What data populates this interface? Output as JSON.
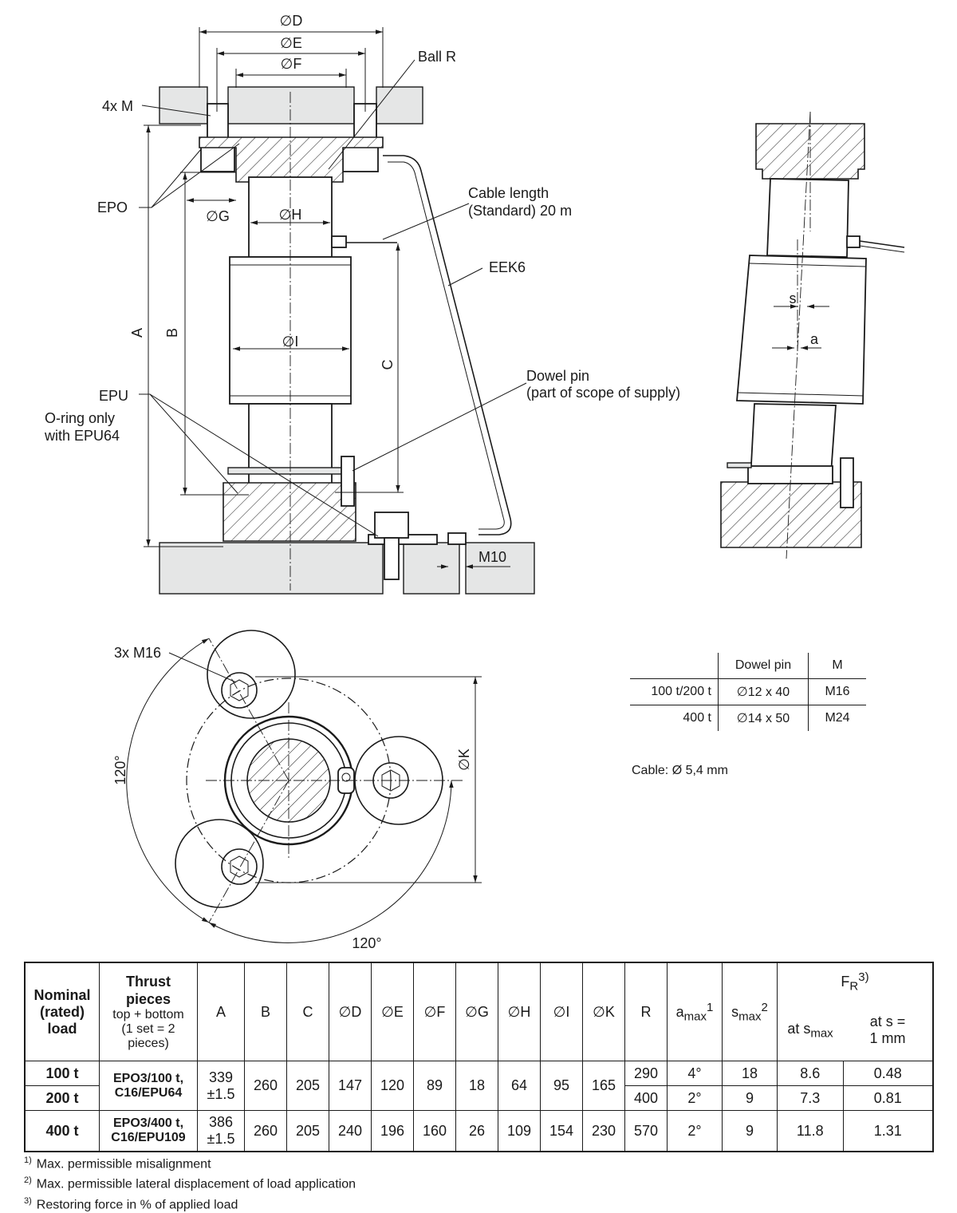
{
  "labels": {
    "dD": "∅D",
    "dE": "∅E",
    "dF": "∅F",
    "dG": "∅G",
    "dH": "∅H",
    "dI": "∅I",
    "dK": "∅K",
    "ball_r": "Ball R",
    "four_m": "4x M",
    "epo": "EPO",
    "cable_line1": "Cable length",
    "cable_line2": "(Standard) 20 m",
    "eek6": "EEK6",
    "a": "A",
    "b": "B",
    "c": "C",
    "epu": "EPU",
    "oring_line1": "O-ring   only",
    "oring_line2": "with EPU64",
    "dowel_line1": "Dowel pin",
    "dowel_line2": "(part of scope of supply)",
    "m10": "M10",
    "s": "s",
    "a_small": "a",
    "three_m16": "3x M16",
    "angle_left": "120°",
    "angle_bottom": "120°"
  },
  "dowel_table": {
    "header": [
      "",
      "Dowel pin",
      "M"
    ],
    "rows": [
      [
        "100 t/200 t",
        "∅12 x 40",
        "M16"
      ],
      [
        "400 t",
        "∅14 x 50",
        "M24"
      ]
    ]
  },
  "cable_note": "Cable: Ø 5,4 mm",
  "dim_table": {
    "h_nominal": [
      "Nominal",
      "(rated)",
      "load"
    ],
    "h_thrust": "Thrust pieces",
    "h_thrust_sub": [
      "top + bottom",
      "(1 set = 2",
      "pieces)"
    ],
    "h_cols": [
      "A",
      "B",
      "C",
      "∅D",
      "∅E",
      "∅F",
      "∅G",
      "∅H",
      "∅I",
      "∅K",
      "R"
    ],
    "h_amax": "a",
    "h_amax_sub": "max",
    "h_amax_sup": "1",
    "h_smax": "s",
    "h_smax_sub": "max",
    "h_smax_sup": "2",
    "h_fr": "F",
    "h_fr_sub": "R",
    "h_fr_sup": "3)",
    "h_at_smax": "at s",
    "h_at_smax_sub": "max",
    "h_at_s1": [
      "at s =",
      "1 mm"
    ],
    "rows": {
      "r100_load": "100 t",
      "r200_load": "200 t",
      "r400_load": "400 t",
      "g1_thrust": [
        "EPO3/100 t,",
        "C16/EPU64"
      ],
      "g2_thrust": [
        "EPO3/400 t,",
        "C16/EPU109"
      ],
      "g1_A": [
        "339",
        "±1.5"
      ],
      "g2_A": [
        "386",
        "±1.5"
      ],
      "g1": [
        "260",
        "205",
        "147",
        "120",
        "89",
        "18",
        "64",
        "95",
        "165"
      ],
      "g2": [
        "260",
        "205",
        "240",
        "196",
        "160",
        "26",
        "109",
        "154",
        "230",
        "570",
        "2°",
        "9",
        "11.8",
        "1.31"
      ],
      "r100_tail": [
        "290",
        "4°",
        "18",
        "8.6",
        "0.48"
      ],
      "r200_tail": [
        "400",
        "2°",
        "9",
        "7.3",
        "0.81"
      ]
    }
  },
  "footnotes": [
    {
      "n": "1)",
      "text": "Max. permissible misalignment"
    },
    {
      "n": "2)",
      "text": "Max. permissible lateral displacement of load application"
    },
    {
      "n": "3)",
      "text": "Restoring force in % of applied load"
    }
  ]
}
